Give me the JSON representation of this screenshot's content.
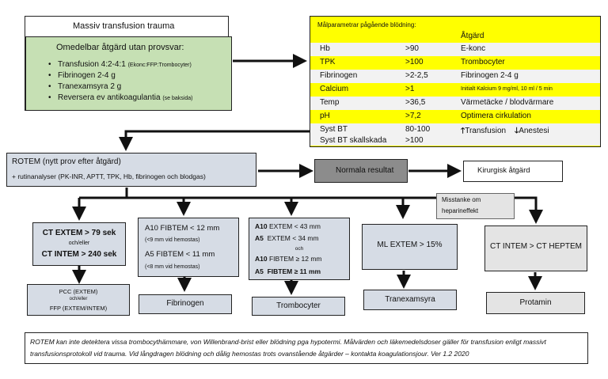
{
  "title": "Massiv transfusion trauma",
  "immediate": {
    "heading": "Omedelbar åtgärd utan provsvar:",
    "items": [
      {
        "main": "Transfusion 4:2-4:1",
        "note": "(Ekonc:FFP:Trombocyter)"
      },
      {
        "main": "Fibrinogen 2-4 g",
        "note": ""
      },
      {
        "main": "Tranexamsyra 2 g",
        "note": ""
      },
      {
        "main": "Reversera ev antikoagulantia",
        "note": "(se baksida)"
      }
    ]
  },
  "targets": {
    "heading": "Målparametrar pågående blödning:",
    "col_action": "Åtgärd",
    "rows": [
      {
        "param": "Hb",
        "value": ">90",
        "action": "E-konc",
        "highlight": false
      },
      {
        "param": "TPK",
        "value": ">100",
        "action": "Trombocyter",
        "highlight": true
      },
      {
        "param": "Fibrinogen",
        "value": ">2-2,5",
        "action": "Fibrinogen 2-4 g",
        "highlight": false
      },
      {
        "param": "Calcium",
        "value": ">1",
        "action": "Initialt Kalcium 9 mg/ml, 10 ml / 5 min",
        "highlight": true
      },
      {
        "param": "Temp",
        "value": ">36,5",
        "action": "Värmetäcke / blodvärmare",
        "highlight": false
      },
      {
        "param": "pH",
        "value": ">7,2",
        "action": "Optimera cirkulation",
        "highlight": true
      },
      {
        "param": "Syst BT",
        "value": "80-100",
        "action": "",
        "highlight": false
      },
      {
        "param": "Syst BT skallskada",
        "value": ">100",
        "action": "",
        "highlight": false
      }
    ],
    "bt_up": "Transfusion",
    "bt_down": "Anestesi"
  },
  "rotem": {
    "line1": "ROTEM (nytt prov efter åtgärd)",
    "line2": "+ rutinanalyser (PK-INR, APTT, TPK, Hb, fibrinogen och blodgas)"
  },
  "normal": "Normala resultat",
  "surgical": "Kirurgisk åtgärd",
  "heparin": {
    "line1": "Misstanke om",
    "line2": "heparineffekt"
  },
  "branch_ct": {
    "l1": "CT EXTEM > 79 sek",
    "or": "och/eller",
    "l2": "CT INTEM > 240 sek",
    "result1": "PCC (EXTEM)",
    "result_or": "och/eller",
    "result2": "FFP (EXTEM/INTEM)"
  },
  "branch_fib": {
    "l1": "A10 FIBTEM < 12 mm",
    "s1": "(<9 mm vid hemostas)",
    "l2": "A5 FIBTEM < 11 mm",
    "s2": "(<8 mm vid hemostas)",
    "result": "Fibrinogen"
  },
  "branch_trc": {
    "l1a": "A10",
    "l1b": "EXTEM < 43 mm",
    "l2a": "A5",
    "l2b": "EXTEM < 34 mm",
    "or": "och",
    "l3a": "A10",
    "l3b": "FIBTEM ≥ 12 mm",
    "l4a": "A5",
    "l4b": "FIBTEM ≥ 11 mm",
    "result": "Trombocyter"
  },
  "branch_ml": {
    "l1": "ML EXTEM > 15%",
    "result": "Tranexamsyra"
  },
  "branch_ct2": {
    "l1": "CT INTEM > CT HEPTEM",
    "result": "Protamin"
  },
  "footnote": "ROTEM kan inte detektera vissa trombocythämmare, von Willenbrand-brist eller blödning pga hypotermi. Målvärden och läkemedelsdoser gäller för transfusion enligt massivt transfusionsprotokoll vid trauma. Vid långdragen blödning och dålig hemostas trots ovanstående åtgärder – kontakta koagulationsjour. Ver 1.2 2020",
  "colors": {
    "yellow": "#ffff00",
    "green": "#c6e0b4",
    "blue_gray": "#d6dce5",
    "gray_dark": "#8c8c8c",
    "gray_light": "#e4e4e4",
    "row_light": "#f2f2f2"
  }
}
